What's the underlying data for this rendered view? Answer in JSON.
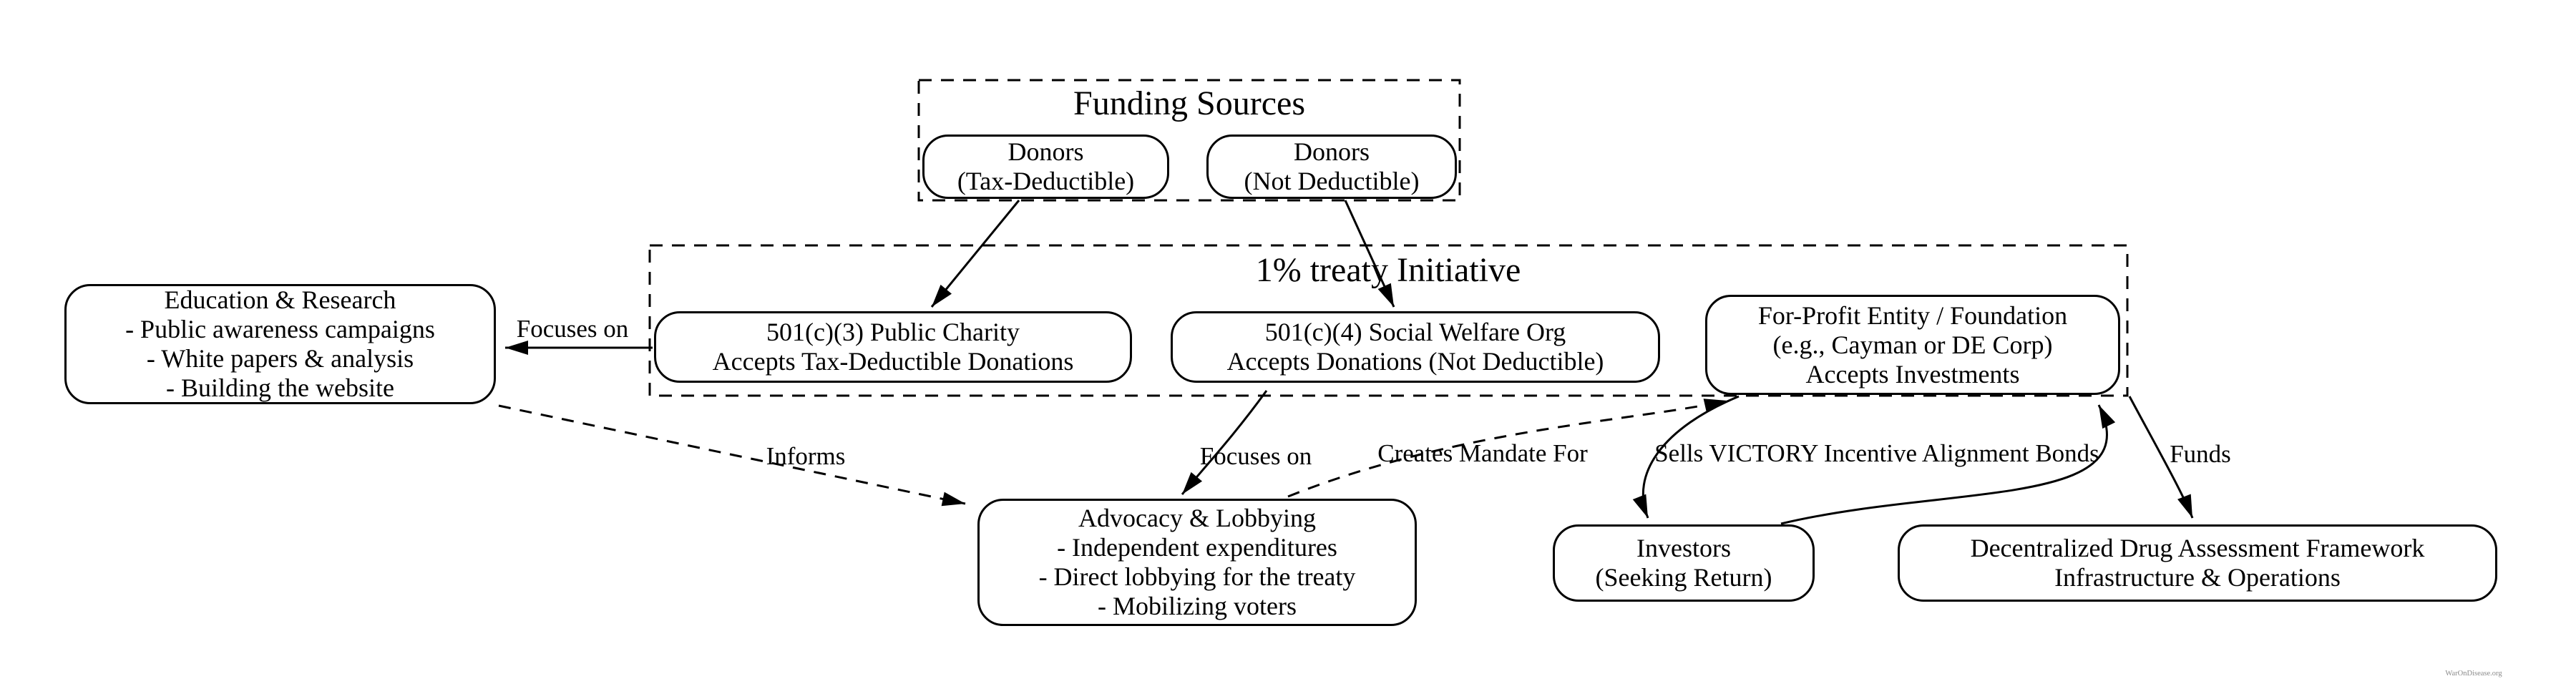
{
  "diagram": {
    "clusters": {
      "funding": {
        "label": "Funding Sources"
      },
      "treaty": {
        "label": "1% treaty Initiative"
      }
    },
    "nodes": {
      "donors_td": {
        "lines": [
          "Donors",
          "(Tax-Deductible)"
        ]
      },
      "donors_nd": {
        "lines": [
          "Donors",
          "(Not Deductible)"
        ]
      },
      "c3": {
        "lines": [
          "501(c)(3) Public Charity",
          "Accepts Tax-Deductible Donations"
        ]
      },
      "c4": {
        "lines": [
          "501(c)(4) Social Welfare Org",
          "Accepts Donations (Not Deductible)"
        ]
      },
      "forprofit": {
        "lines": [
          "For-Profit Entity / Foundation",
          "(e.g., Cayman or DE Corp)",
          "Accepts Investments"
        ]
      },
      "education": {
        "lines": [
          "Education & Research",
          "- Public awareness campaigns",
          "- White papers & analysis",
          "- Building the website"
        ]
      },
      "advocacy": {
        "lines": [
          "Advocacy & Lobbying",
          "- Independent expenditures",
          "- Direct lobbying for the treaty",
          "- Mobilizing voters"
        ]
      },
      "investors": {
        "lines": [
          "Investors",
          "(Seeking Return)"
        ]
      },
      "framework": {
        "lines": [
          "Decentralized Drug Assessment Framework",
          "Infrastructure & Operations"
        ]
      }
    },
    "edge_labels": {
      "focuses_on_education": "Focuses on",
      "informs": "Informs",
      "focuses_on_advocacy": "Focuses on",
      "creates_mandate": "Creates Mandate For",
      "sells_bonds": "Sells VICTORY Incentive Alignment Bonds",
      "funds": "Funds"
    },
    "colors": {
      "line": "#000000",
      "background": "#ffffff",
      "watermark": "#8a8a8a"
    }
  },
  "watermark": "WarOnDisease.org"
}
